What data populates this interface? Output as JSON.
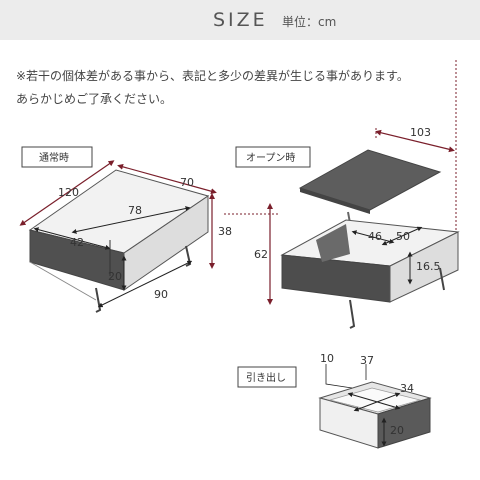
{
  "header": {
    "title": "SIZE",
    "unit": "単位：cm"
  },
  "notes": [
    "※若干の個体差がある事から、表記と多少の差異が生じる事があります。",
    "あらかじめご了承ください。"
  ],
  "views": {
    "normal": {
      "label": "通常時",
      "width": "120",
      "depth": "70",
      "height": "38",
      "top_inner": "78",
      "top_left": "42",
      "drawer_h": "20",
      "leg_span": "90"
    },
    "open": {
      "label": "オープン時",
      "top_depth": "103",
      "height": "62",
      "tray_w": "46",
      "tray_d": "50",
      "side_h": "16.5"
    },
    "drawer": {
      "label": "引き出し",
      "a": "10",
      "b": "37",
      "c": "34",
      "d": "20"
    }
  },
  "colors": {
    "dimension": "#7a1f2b",
    "outline": "#555555",
    "panel_dark": "#4f4f4f",
    "panel_mid": "#6b6b6b",
    "panel_light": "#e8e8e8"
  }
}
